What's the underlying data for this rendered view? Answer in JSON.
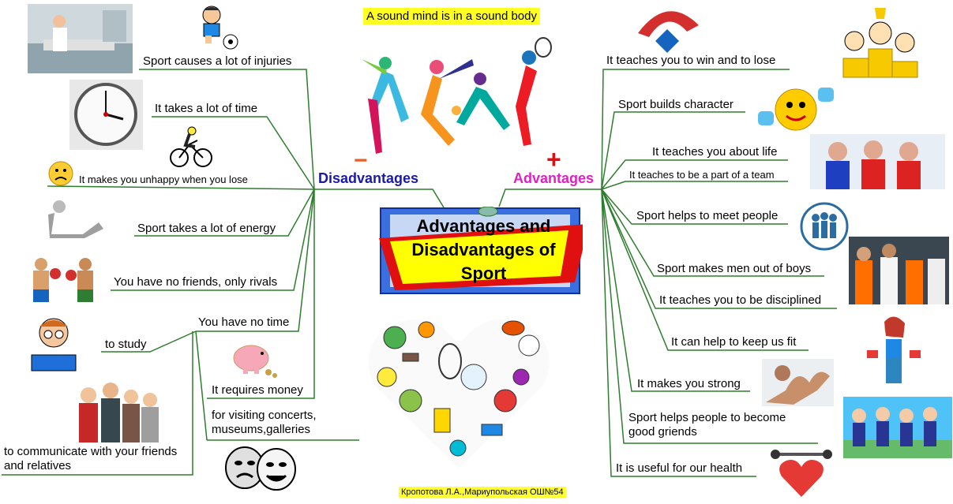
{
  "motto": "A sound mind is in a sound body",
  "center_title": "Advantages and Disadvantages of Sport",
  "disadvantages": {
    "heading": "Disadvantages",
    "symbol": "−",
    "color": "#1a1aa6",
    "items": [
      "Sport causes a lot of injuries",
      "It takes a lot of time",
      "It makes you unhappy when you lose",
      "Sport takes a lot of energy",
      "You have no friends, only rivals",
      "You have no time",
      "It requires money"
    ],
    "no_time_reasons": [
      "to study",
      "to communicate with your friends and relatives",
      "for visiting concerts, museums,galleries"
    ]
  },
  "advantages": {
    "heading": "Advantages",
    "symbol": "+",
    "color": "#e020c0",
    "items": [
      "It teaches you to win and to lose",
      "Sport builds character",
      "It teaches you about life",
      "It teaches to be a part of a team",
      "Sport helps to meet people",
      "Sport makes men out of boys",
      "It teaches you to be disciplined",
      "It can help to keep us fit",
      "It makes you strong",
      "Sport helps people to become good griends",
      "It is useful for our health"
    ]
  },
  "credit": "Кропотова Л.А.,Мариупольская ОШ№54",
  "icons": [
    "hospital-photo",
    "child-football-icon",
    "clock-icon",
    "cyclist-icon",
    "sad-smiley-icon",
    "tired-figure-icon",
    "boxers-icon",
    "student-reading-icon",
    "piggy-bank-icon",
    "family-group-icon",
    "theatre-masks-icon",
    "athletes-silhouette-icon",
    "sports-heart-icon",
    "sport-logo-icon",
    "podium-kids-icon",
    "dumbbell-smiley-icon",
    "olympic-team-photo",
    "people-group-icon",
    "footballers-photo",
    "fitness-girl-icon",
    "flexing-arm-photo",
    "kids-team-photo",
    "heart-weightlifter-icon"
  ],
  "colors": {
    "branch": "#1f7a1f",
    "accent_yellow": "#ffff00",
    "accent_red": "#e01010",
    "box_blue": "#3a6fe0"
  }
}
